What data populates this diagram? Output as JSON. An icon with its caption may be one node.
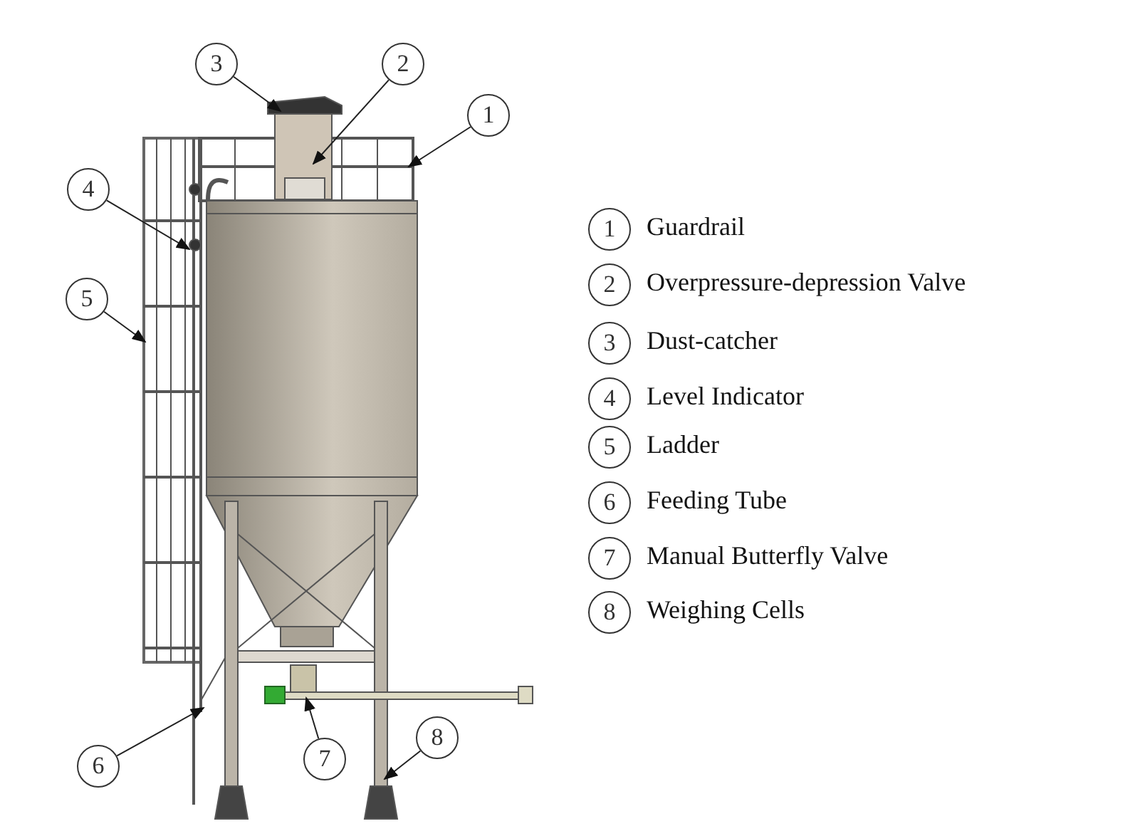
{
  "diagram": {
    "nodes": [
      {
        "text": [
          "3"
        ]
      },
      {
        "text": [
          "2"
        ]
      },
      {
        "text": [
          "1"
        ]
      },
      {
        "text": [
          "4"
        ]
      },
      {
        "text": [
          "5"
        ]
      },
      {
        "text": [
          "8"
        ]
      },
      {
        "text": [
          "7"
        ]
      },
      {
        "text": [
          "6"
        ]
      },
      {
        "text": [
          "1"
        ],
        "beside": [
          "Guardrail"
        ]
      },
      {
        "text": [
          "2"
        ],
        "beside": [
          "Overpressure-depression Valve"
        ]
      },
      {
        "text": [
          "3"
        ],
        "beside": [
          "Dust-catcher"
        ]
      },
      {
        "text": [
          "4"
        ],
        "beside": [
          "Level Indicator"
        ]
      },
      {
        "text": [
          "5"
        ],
        "beside": [
          "Ladder"
        ]
      },
      {
        "text": [
          "6"
        ],
        "beside": [
          "Feeding Tube"
        ]
      },
      {
        "text": [
          "7"
        ],
        "beside": [
          "Manual Butterfly Valve"
        ]
      },
      {
        "text": [
          "8"
        ],
        "beside": [
          "Weighing Cells"
        ]
      }
    ],
    "edges": [
      {
        "from": 0,
        "to": null,
        "arrow": "to"
      },
      {
        "from": 1,
        "to": null,
        "arrow": "to"
      },
      {
        "from": 2,
        "to": null,
        "arrow": "to"
      },
      {
        "from": 3,
        "to": null,
        "arrow": "to"
      },
      {
        "from": 4,
        "to": null,
        "arrow": "to"
      },
      {
        "from": 5,
        "to": null,
        "arrow": "to"
      },
      {
        "from": 6,
        "to": null,
        "arrow": "to"
      },
      {
        "from": 7,
        "to": null,
        "arrow": "to"
      }
    ]
  }
}
